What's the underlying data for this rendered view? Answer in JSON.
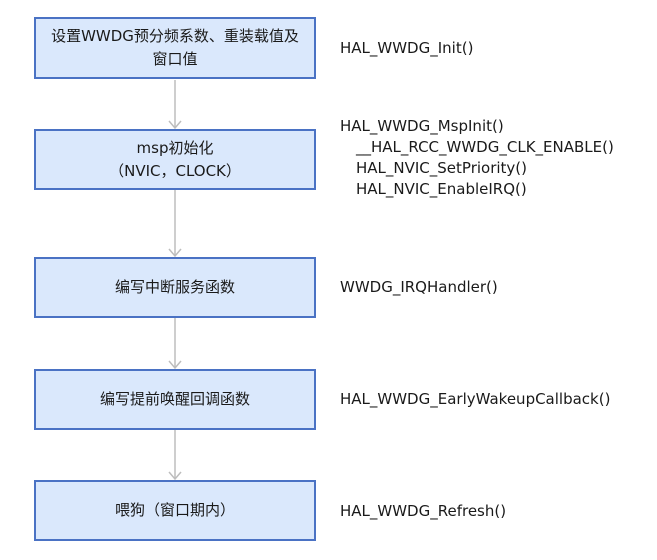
{
  "steps": [
    {
      "lines": [
        "设置WWDG预分频系数、重装载值及",
        "窗口值"
      ]
    },
    {
      "lines": [
        "msp初始化",
        "（NVIC，CLOCK）"
      ]
    },
    {
      "lines": [
        "编写中断服务函数"
      ]
    },
    {
      "lines": [
        "编写提前唤醒回调函数"
      ]
    },
    {
      "lines": [
        "喂狗（窗口期内）"
      ]
    }
  ],
  "labels": [
    {
      "lines": [
        "HAL_WWDG_Init()"
      ]
    },
    {
      "lines": [
        "HAL_WWDG_MspInit()",
        "__HAL_RCC_WWDG_CLK_ENABLE()",
        "HAL_NVIC_SetPriority()",
        "HAL_NVIC_EnableIRQ()"
      ]
    },
    {
      "lines": [
        "WWDG_IRQHandler()"
      ]
    },
    {
      "lines": [
        "HAL_WWDG_EarlyWakeupCallback()"
      ]
    },
    {
      "lines": [
        "HAL_WWDG_Refresh()"
      ]
    }
  ],
  "colors": {
    "box_fill": "#dae8fc",
    "box_border": "#4a72c4",
    "arrow": "#bdbdbd"
  }
}
